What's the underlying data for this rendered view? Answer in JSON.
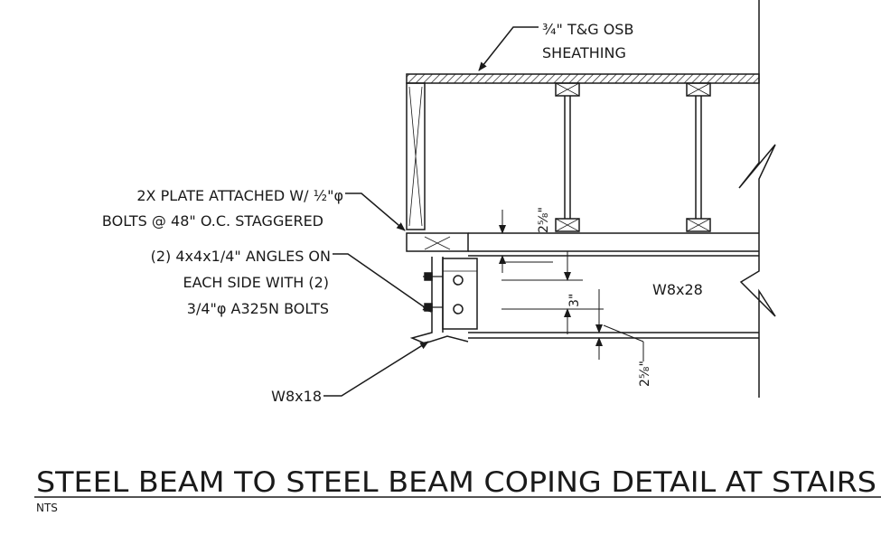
{
  "drawing": {
    "title": "STEEL BEAM TO STEEL BEAM COPING DETAIL AT STAIRS",
    "scale_note": "NTS"
  },
  "callouts": {
    "sheathing_line1": "¾\" T&G OSB",
    "sheathing_line2": "SHEATHING",
    "plate_line1": "2X PLATE ATTACHED W/ ½\"φ",
    "plate_line2": "BOLTS @ 48\" O.C. STAGGERED",
    "angles_line1": "(2) 4x4x1/4\" ANGLES ON",
    "angles_line2": "EACH SIDE WITH (2)",
    "angles_line3": "3/4\"φ A325N BOLTS",
    "small_beam": "W8x18",
    "large_beam": "W8x28"
  },
  "dimensions": {
    "top_cope": "2⅝\"",
    "bolt_spacing": "3\"",
    "bottom_cope": "2⅝\""
  },
  "colors": {
    "line": "#1a1a1a",
    "background": "#ffffff"
  }
}
